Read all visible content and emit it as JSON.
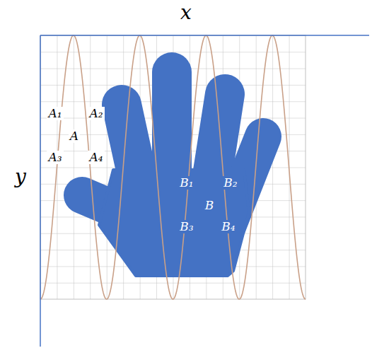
{
  "diagram": {
    "labels": [
      "x",
      "y",
      "A₁",
      "A₂",
      "A",
      "A₃",
      "A₄",
      "B₁",
      "B₂",
      "B",
      "B₃",
      "B₄"
    ]
  }
}
